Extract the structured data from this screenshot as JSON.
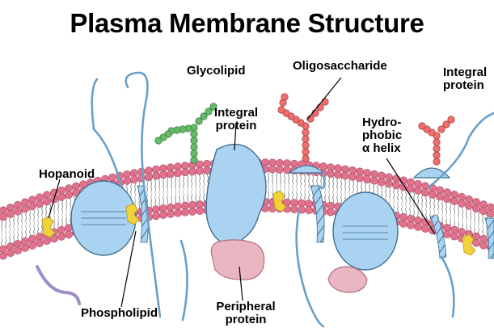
{
  "diagram": {
    "title": "Plasma Membrane Structure",
    "labels": {
      "glycolipid": "Glycolipid",
      "oligosaccharide": "Oligosaccharide",
      "integral_protein_right_1": "Integral",
      "integral_protein_right_2": "protein",
      "integral_protein_center_1": "Integral",
      "integral_protein_center_2": "protein",
      "hydrophobic_1": "Hydro-",
      "hydrophobic_2": "phobic",
      "hydrophobic_3": "α helix",
      "hopanoid": "Hopanoid",
      "phospholipid": "Phospholipid",
      "peripheral_protein_1": "Peripheral",
      "peripheral_protein_2": "protein"
    },
    "colors": {
      "lipid_head": "#e0728e",
      "lipid_head_stroke": "#a84a63",
      "protein_fill": "#a9d3f0",
      "protein_stroke": "#3f6f93",
      "peripheral_fill": "#e9b6c2",
      "glycolipid_chain": "#66bb6a",
      "oligosaccharide_chain": "#f06e6e",
      "hopanoid": "#f2d23a",
      "helix": "#a9d3f0",
      "purple_strand": "#9f8ec7"
    }
  }
}
